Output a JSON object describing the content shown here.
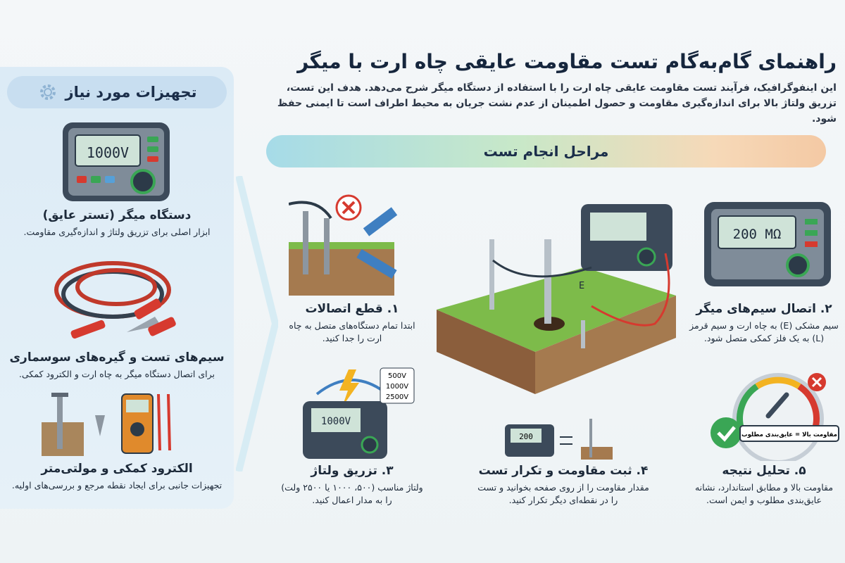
{
  "title": "راهنمای گام‌به‌گام تست مقاومت عایقی چاه ارت با میگر",
  "intro": "این اینفوگرافیک، فرآیند تست مقاومت عایقی چاه ارت را با استفاده از دستگاه میگر شرح می‌دهد. هدف این تست، تزریق ولتاژ بالا برای اندازه‌گیری مقاومت و حصول اطمینان از عدم نشت جریان به محیط اطراف است تا ایمنی حفظ شود.",
  "equipment": {
    "heading": "تجهیزات مورد نیاز",
    "items": [
      {
        "title": "دستگاه میگر (تستر عایق)",
        "desc": "ابزار اصلی برای تزریق ولتاژ و اندازه‌گیری مقاومت.",
        "display": "1000V"
      },
      {
        "title": "سیم‌های تست و گیره‌های سوسماری",
        "desc": "برای اتصال دستگاه میگر به چاه ارت و الکترود کمکی."
      },
      {
        "title": "الکترود کمکی و مولتی‌متر",
        "desc": "تجهیزات جانبی برای ایجاد نقطه مرجع و بررسی‌های اولیه."
      }
    ]
  },
  "steps_heading": "مراحل انجام تست",
  "steps": [
    {
      "title": "۱. قطع اتصالات",
      "desc": "ابتدا تمام دستگاه‌های متصل به چاه ارت را جدا کنید."
    },
    {
      "title": "۲. اتصال سیم‌های میگر",
      "desc": "سیم مشکی (E) به چاه ارت و سیم قرمز (L) به یک فلز کمکی متصل شود.",
      "display": "200 MΩ"
    },
    {
      "title": "۳. تزریق ولتاژ",
      "desc": "ولتاژ مناسب (۵۰۰، ۱۰۰۰ یا ۲۵۰۰ ولت) را به مدار اعمال کنید.",
      "display": "1000V",
      "voltages": [
        "500V",
        "1000V",
        "2500V"
      ]
    },
    {
      "title": "۴. ثبت مقاومت و تکرار تست",
      "desc": "مقدار مقاومت را از روی صفحه بخوانید و تست را در نقطه‌ای دیگر تکرار کنید.",
      "display": "200"
    },
    {
      "title": "۵. تحلیل نتیجه",
      "desc": "مقاومت بالا و مطابق استاندارد، نشانه عایق‌بندی مطلوب و ایمن است.",
      "gauge_label": "مقاومت بالا = عایق‌بندی مطلوب"
    }
  ],
  "center": {
    "terminal_label": "E"
  },
  "colors": {
    "navy": "#16263d",
    "red": "#d63a2f",
    "green": "#3aa655",
    "panel": "#dcebf6"
  }
}
